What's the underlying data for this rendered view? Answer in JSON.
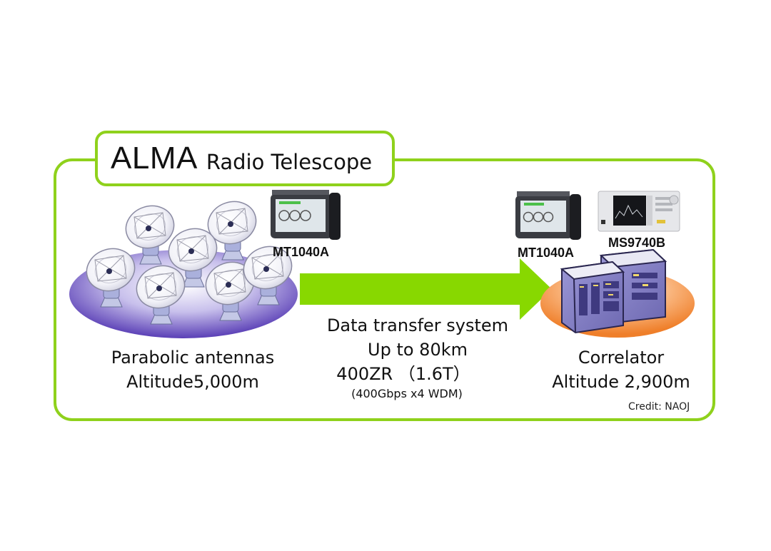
{
  "title": {
    "main": "ALMA",
    "sub": "Radio Telescope"
  },
  "colors": {
    "frame_green": "#8fd11c",
    "arrow_green": "#88d800",
    "antenna_ellipse": "#6a55c0",
    "correlator_ellipse": "#f4903a",
    "server_fill": "#8a86c8"
  },
  "antennas": {
    "count": 7,
    "caption_line1": "Parabolic antennas",
    "caption_line2": "Altitude5,000m"
  },
  "devices": {
    "left_tester": "MT1040A",
    "right_tester": "MT1040A",
    "analyzer": "MS9740B"
  },
  "transfer": {
    "line1": "Data transfer system",
    "line2": "Up to 80km",
    "line3": "400ZR （1.6T）",
    "line4": "(400Gbps x4 WDM)"
  },
  "correlator": {
    "caption_line1": "Correlator",
    "caption_line2": "Altitude 2,900m"
  },
  "credit": "Credit: NAOJ"
}
